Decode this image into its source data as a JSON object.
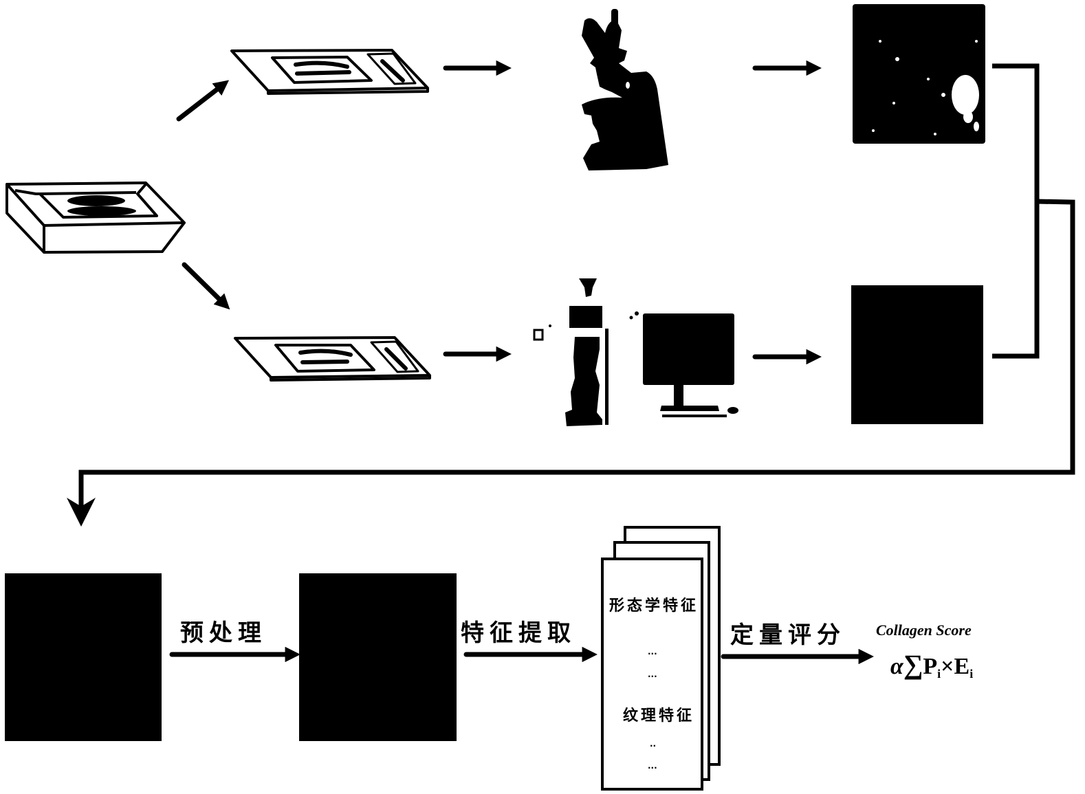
{
  "diagram": {
    "title": "Collagen quantification workflow",
    "colors": {
      "ink": "#000000",
      "paper": "#ffffff"
    },
    "top_row": {
      "nodes": [
        {
          "id": "tissue-block",
          "icon": "paraffin-block-icon"
        },
        {
          "id": "slide-upper",
          "icon": "glass-slide-icon"
        },
        {
          "id": "microscope",
          "icon": "light-microscope-icon"
        },
        {
          "id": "histology-image",
          "icon": "stained-tissue-image"
        },
        {
          "id": "slide-lower",
          "icon": "glass-slide-icon"
        },
        {
          "id": "imaging-system",
          "icon": "multiphoton-microscope-icon"
        },
        {
          "id": "computer",
          "icon": "computer-monitor-icon"
        },
        {
          "id": "shg-image",
          "icon": "dark-image"
        }
      ]
    },
    "pipeline": {
      "steps": [
        {
          "label": "预处理"
        },
        {
          "label": "特征提取"
        },
        {
          "label": "定量评分"
        }
      ],
      "features_card": {
        "items": [
          "形态学特征",
          "...",
          "...",
          "纹理特征",
          "..",
          "..."
        ]
      },
      "score": {
        "title": "Collagen Score",
        "formula": {
          "alpha": "α",
          "sigma": "∑",
          "p": "P",
          "sub_p": "i",
          "times": "×",
          "e": "E",
          "sub_e": "i"
        }
      }
    }
  }
}
